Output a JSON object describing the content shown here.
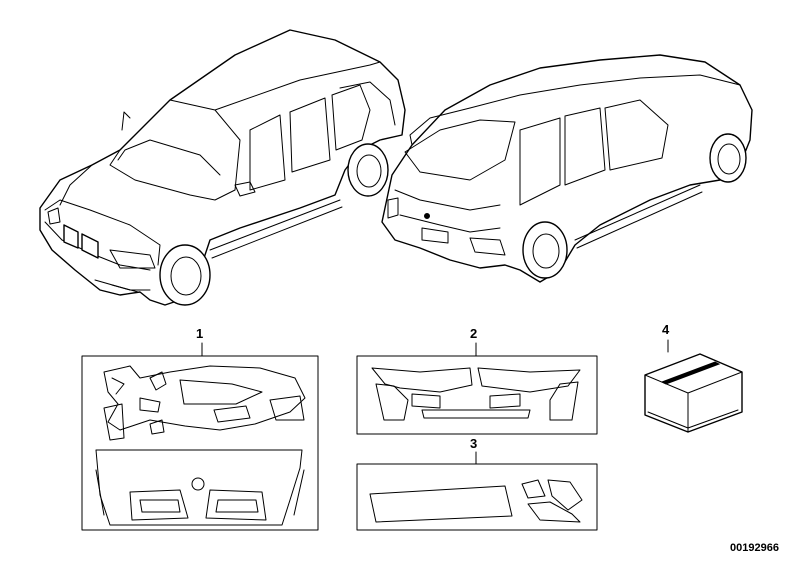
{
  "callouts": {
    "p1": "1",
    "p2": "2",
    "p3": "3",
    "p4": "4"
  },
  "doc_number": "00192966"
}
